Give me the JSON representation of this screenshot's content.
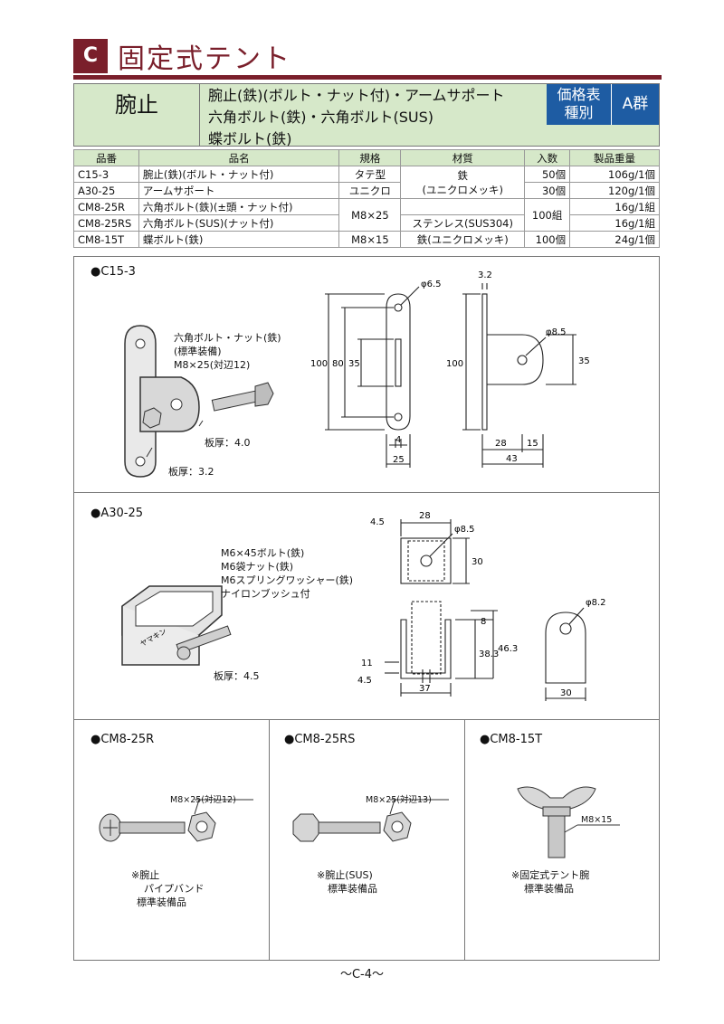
{
  "header": {
    "badge": "C",
    "title": "固定式テント"
  },
  "product": {
    "name": "腕止",
    "description_lines": [
      "腕止(鉄)(ボルト・ナット付)・アームサポート",
      "六角ボルト(鉄)・六角ボルト(SUS)",
      "蝶ボルト(鉄)"
    ],
    "price_label_1": "価格表",
    "price_label_2": "種別",
    "group": "A群"
  },
  "table": {
    "headers": [
      "品番",
      "品名",
      "規格",
      "材質",
      "入数",
      "製品重量"
    ],
    "rows": [
      {
        "code": "C15-3",
        "name": "腕止(鉄)(ボルト・ナット付)",
        "spec": "タテ型",
        "material": "",
        "qty": "50個",
        "weight": "106g/1個"
      },
      {
        "code": "A30-25",
        "name": "アームサポート",
        "spec": "ユニクロ",
        "material": "",
        "qty": "30個",
        "weight": "120g/1個"
      },
      {
        "code": "CM8-25R",
        "name": "六角ボルト(鉄)(±頭・ナット付)",
        "spec": "",
        "material": "",
        "qty": "",
        "weight": "16g/1組"
      },
      {
        "code": "CM8-25RS",
        "name": "六角ボルト(SUS)(ナット付)",
        "spec": "",
        "material": "ステンレス(SUS304)",
        "qty": "",
        "weight": "16g/1組"
      },
      {
        "code": "CM8-15T",
        "name": "蝶ボルト(鉄)",
        "spec": "M8×15",
        "material": "鉄(ユニクロメッキ)",
        "qty": "100個",
        "weight": "24g/1個"
      }
    ],
    "merged_material_1": "鉄",
    "merged_material_2": "(ユニクロメッキ)",
    "merged_spec": "M8×25",
    "merged_qty": "100組"
  },
  "c15": {
    "label": "●C15-3",
    "note_1": "六角ボルト・ナット(鉄)",
    "note_2": "(標準装備)",
    "note_3": "M8×25(対辺12)",
    "thick_1": "板厚：4.0",
    "thick_2": "板厚：3.2",
    "dims": {
      "d100a": "100",
      "d80": "80",
      "d35a": "35",
      "phi65": "φ6.5",
      "d4": "4",
      "d25": "25",
      "d32": "3.2",
      "d100b": "100",
      "phi85": "φ8.5",
      "d35b": "35",
      "d28": "28",
      "d15": "15",
      "d43": "43"
    }
  },
  "a30": {
    "label": "●A30-25",
    "note_1": "M6×45ボルト(鉄)",
    "note_2": "M6袋ナット(鉄)",
    "note_3": "M6スプリングワッシャー(鉄)",
    "note_4": "ナイロンブッシュ付",
    "thick": "板厚：4.5",
    "dims": {
      "d45a": "4.5",
      "d28": "28",
      "phi85": "φ8.5",
      "d30a": "30",
      "d8": "8",
      "d383": "38.3",
      "d463": "46.3",
      "d11": "11",
      "d45b": "4.5",
      "d37": "37",
      "phi82": "φ8.2",
      "d30b": "30"
    }
  },
  "cm8r": {
    "label": "●CM8-25R",
    "spec": "M8×25(対辺12)",
    "note_1": "※腕止",
    "note_2": "パイプバンド",
    "note_3": "標準装備品"
  },
  "cm8rs": {
    "label": "●CM8-25RS",
    "spec": "M8×25(対辺13)",
    "note_1": "※腕止(SUS)",
    "note_2": "標準装備品"
  },
  "cm8t": {
    "label": "●CM8-15T",
    "spec": "M8×15",
    "note_1": "※固定式テント腕",
    "note_2": "標準装備品"
  },
  "footer": {
    "page": "～C-4～"
  },
  "colors": {
    "brand": "#7a1f2b",
    "header_green": "#d6e8c9",
    "price_blue": "#1e5ca3"
  }
}
